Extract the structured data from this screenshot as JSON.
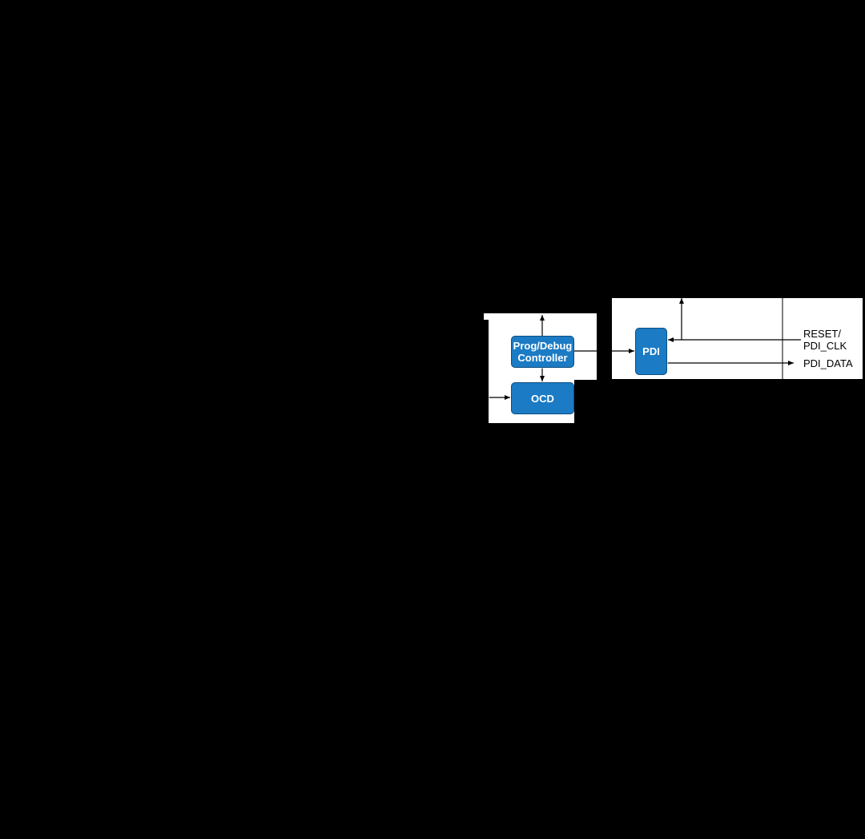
{
  "colors": {
    "background": "#000000",
    "panel": "#ffffff",
    "block_fill": "#1b7bc4",
    "block_border": "#0d4f80",
    "wire": "#000000"
  },
  "blocks": {
    "prog_debug": "Prog/Debug\nController",
    "ocd": "OCD",
    "pdi": "PDI"
  },
  "pins": {
    "reset_line1": "RESET/",
    "reset_line2": "PDI_CLK",
    "pdi_data": "PDI_DATA"
  }
}
